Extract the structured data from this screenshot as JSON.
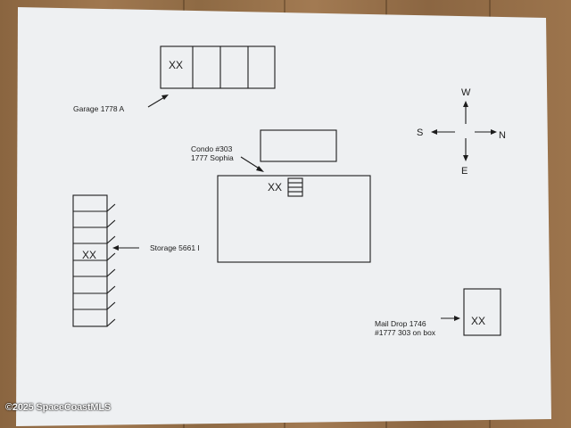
{
  "garage": {
    "label": "Garage  1778 A",
    "mark": "XX"
  },
  "condo": {
    "label_line1": "Condo #303",
    "label_line2": "1777 Sophia",
    "mark": "XX"
  },
  "storage": {
    "label": "Storage 5661 I",
    "mark": "XX"
  },
  "mail_drop": {
    "label_line1": "Mail Drop 1746",
    "label_line2": "#1777 303 on box",
    "mark": "XX"
  },
  "compass": {
    "north": "N",
    "south": "S",
    "east": "E",
    "west": "W"
  },
  "watermark": "©2025 SpaceCoastMLS"
}
